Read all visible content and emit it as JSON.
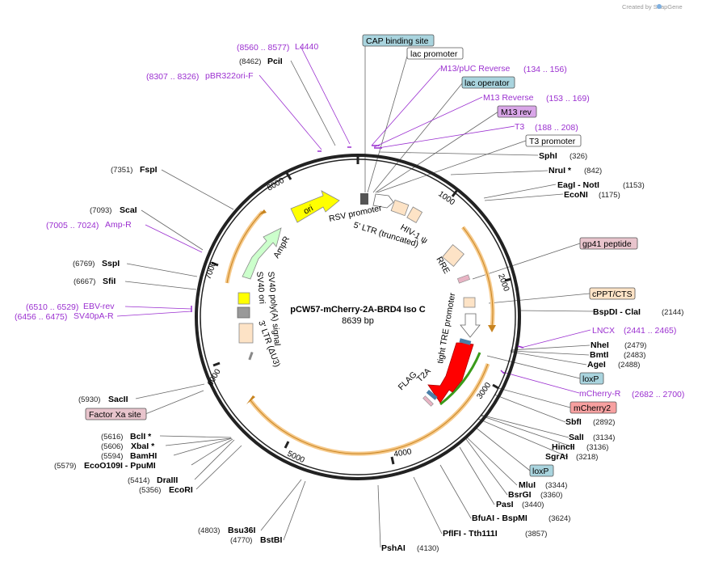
{
  "watermark": "Created by SnapGene",
  "plasmid": {
    "name": "pCW57-mCherry-2A-BRD4 Iso C",
    "length": "8639 bp"
  },
  "ring_ticks": [
    "1000",
    "2000",
    "3000",
    "4000",
    "5000",
    "6000",
    "7000",
    "8000"
  ],
  "enzymes": [
    {
      "name": "PciI",
      "pos": "(8462)"
    },
    {
      "name": "SphI",
      "pos": "(326)"
    },
    {
      "name": "NruI *",
      "pos": "(842)"
    },
    {
      "name": "EagI - NotI",
      "pos": "(1153)"
    },
    {
      "name": "EcoNI",
      "pos": "(1175)"
    },
    {
      "name": "BspDI - ClaI",
      "pos": "(2144)"
    },
    {
      "name": "NheI",
      "pos": "(2479)"
    },
    {
      "name": "BmtI",
      "pos": "(2483)"
    },
    {
      "name": "AgeI",
      "pos": "(2488)"
    },
    {
      "name": "SbfI",
      "pos": "(2892)"
    },
    {
      "name": "SalI",
      "pos": "(3134)"
    },
    {
      "name": "HincII",
      "pos": "(3136)"
    },
    {
      "name": "SgrAI",
      "pos": "(3218)"
    },
    {
      "name": "MluI",
      "pos": "(3344)"
    },
    {
      "name": "BsrGI",
      "pos": "(3360)"
    },
    {
      "name": "PasI",
      "pos": "(3440)"
    },
    {
      "name": "BfuAI - BspMI",
      "pos": "(3624)"
    },
    {
      "name": "PflFI - Tth111I",
      "pos": "(3857)"
    },
    {
      "name": "PshAI",
      "pos": "(4130)"
    },
    {
      "name": "BstBI",
      "pos": "(4770)"
    },
    {
      "name": "Bsu36I",
      "pos": "(4803)"
    },
    {
      "name": "EcoRI",
      "pos": "(5356)"
    },
    {
      "name": "DraIII",
      "pos": "(5414)"
    },
    {
      "name": "EcoO109I - PpuMI",
      "pos": "(5579)"
    },
    {
      "name": "BamHI",
      "pos": "(5594)"
    },
    {
      "name": "XbaI *",
      "pos": "(5606)"
    },
    {
      "name": "BclI *",
      "pos": "(5616)"
    },
    {
      "name": "SacII",
      "pos": "(5930)"
    },
    {
      "name": "SfiI",
      "pos": "(6667)"
    },
    {
      "name": "SspI",
      "pos": "(6769)"
    },
    {
      "name": "ScaI",
      "pos": "(7093)"
    },
    {
      "name": "FspI",
      "pos": "(7351)"
    }
  ],
  "primers": [
    {
      "name": "L4440",
      "range": "(8560 .. 8577)"
    },
    {
      "name": "pBR322ori-F",
      "range": "(8307 .. 8326)"
    },
    {
      "name": "M13/pUC Reverse",
      "range": "(134 .. 156)"
    },
    {
      "name": "M13 Reverse",
      "range": "(153 .. 169)"
    },
    {
      "name": "T3",
      "range": "(188 .. 208)"
    },
    {
      "name": "LNCX",
      "range": "(2441 .. 2465)"
    },
    {
      "name": "mCherry-R",
      "range": "(2682 .. 2700)"
    },
    {
      "name": "Amp-R",
      "range": "(7005 .. 7024)"
    },
    {
      "name": "EBV-rev",
      "range": "(6510 .. 6529)"
    },
    {
      "name": "SV40pA-R",
      "range": "(6456 .. 6475)"
    }
  ],
  "boxed_features": [
    {
      "name": "CAP binding site",
      "color": "#a9d4de"
    },
    {
      "name": "lac promoter",
      "color": "#ffffff"
    },
    {
      "name": "lac operator",
      "color": "#a9d4de"
    },
    {
      "name": "M13 rev",
      "color": "#d9a6e8"
    },
    {
      "name": "T3 promoter",
      "color": "#ffffff"
    },
    {
      "name": "gp41 peptide",
      "color": "#e8c4cc"
    },
    {
      "name": "cPPT/CTS",
      "color": "#fde3c6"
    },
    {
      "name": "loxP",
      "color": "#a9d4de"
    },
    {
      "name": "mCherry2",
      "color": "#f7a0a0"
    },
    {
      "name": "loxP",
      "color": "#a9d4de"
    },
    {
      "name": "Factor Xa site",
      "color": "#e8c4cc"
    }
  ],
  "inner_labels": {
    "rsv": "RSV promoter",
    "ltr5": "5' LTR (truncated)",
    "hiv": "HIV-1 ψ",
    "rre": "RRE",
    "tre": "tight TRE promoter",
    "flag": "FLAG",
    "t2a": "T2A",
    "ori": "ori",
    "ampr": "AmpR",
    "sv40ori": "SV40 ori",
    "sv40polya": "SV40 poly(A) signal",
    "ltr3": "3' LTR (ΔU3)"
  },
  "colors": {
    "backbone": "#222222",
    "ori": "#ffff00",
    "ampr": "#ccffcc",
    "mcherry": "#ff0000",
    "orf_arc": "#f6b26b",
    "primer": "#9b30d0"
  }
}
